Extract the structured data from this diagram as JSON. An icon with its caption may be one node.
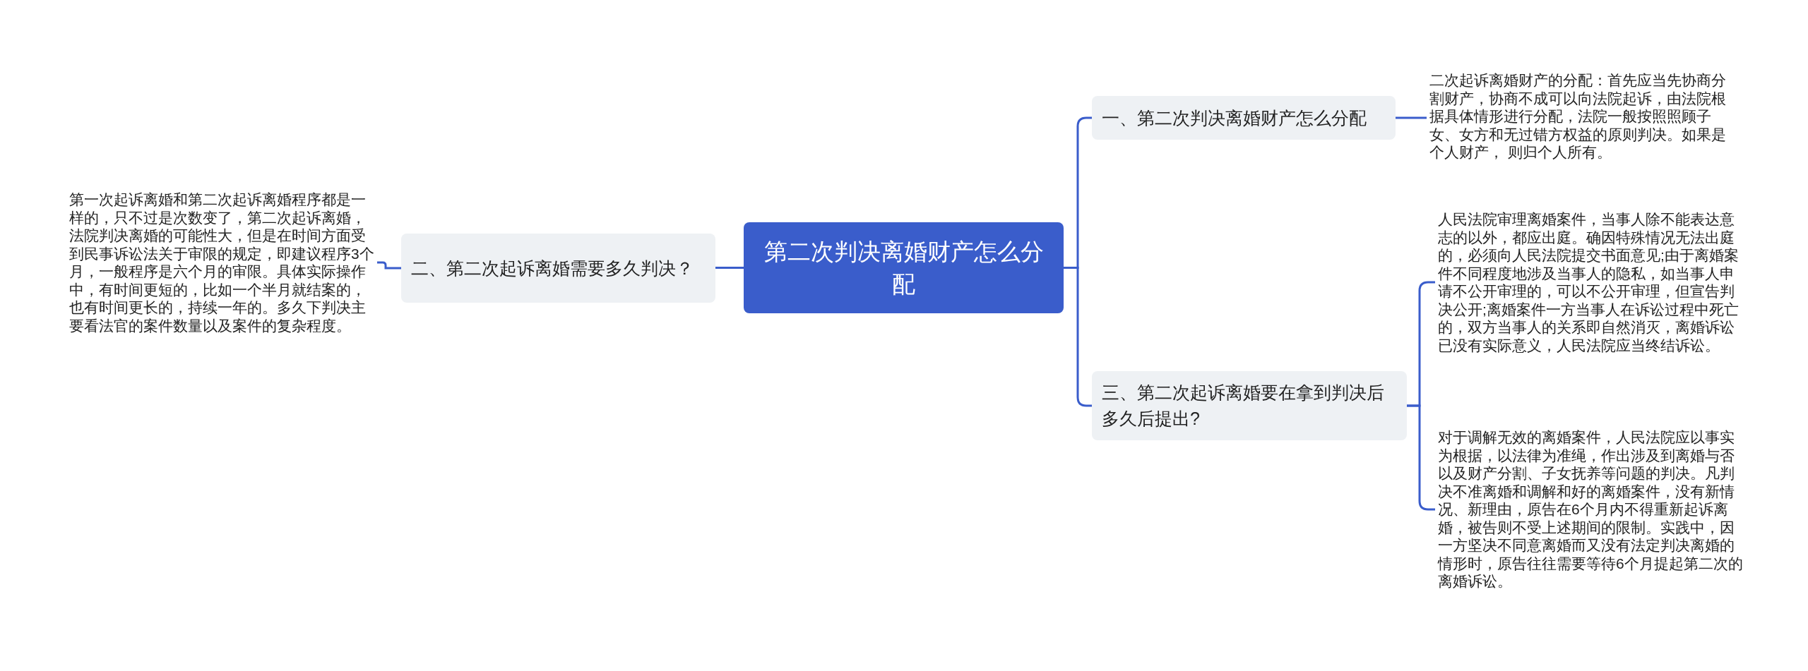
{
  "diagram": {
    "nodes": [
      {
        "text": [
          "第二次判决离婚财产怎么分配"
        ]
      },
      {
        "text": [
          "一、第二次判决离婚财产怎么分配"
        ]
      },
      {
        "text": [
          "二次起诉离婚财产的分配：首先应当先协商分割财产，协商不成可以向法院起诉，由法院根据具体情形进行分配，法院一般按照照顾子女、女方和无过错方权益的原则判决。如果是个人财产， 则归个人所有。"
        ]
      },
      {
        "text": [
          "二、第二次起诉离婚需要多久判决？"
        ]
      },
      {
        "text": [
          "第一次起诉离婚和第二次起诉离婚程序都是一样的，只不过是次数变了，第二次起诉离婚，法院判决离婚的可能性大，但是在时间方面受到民事诉讼法关于审限的规定，即建议程序3个月，一般程序是六个月的审限。具体实际操作中，有时间更短的，比如一个半月就结案的，也有时间更长的，持续一年的。多久下判决主要看法官的案件数量以及案件的复杂程度。"
        ]
      },
      {
        "text": [
          "三、第二次起诉离婚要在拿到判决后多久后提出?"
        ]
      },
      {
        "text": [
          "人民法院审理离婚案件，当事人除不能表达意志的以外，都应出庭。确因特殊情况无法出庭的，必须向人民法院提交书面意见;由于离婚案件不同程度地涉及当事人的隐私，如当事人申请不公开审理的，可以不公开审理，但宣告判决公开;离婚案件一方当事人在诉讼过程中死亡的，双方当事人的关系即自然消灭，离婚诉讼已没有实际意义，人民法院应当终结诉讼。"
        ]
      },
      {
        "text": [
          "对于调解无效的离婚案件，人民法院应以事实为根据，以法律为准绳，作出涉及到离婚与否以及财产分割、子女抚养等问题的判决。凡判决不准离婚和调解和好的离婚案件，没有新情况、新理由，原告在6个月内不得重新起诉离婚，被告则不受上述期间的限制。实践中，因一方坚决不同意离婚而又没有法定判决离婚的情形时，原告往往需要等待6个月提起第二次的离婚诉讼。"
        ]
      }
    ],
    "edges": [
      {
        "from": 0,
        "to": 1,
        "arrow": "none"
      },
      {
        "from": 1,
        "to": 2,
        "arrow": "none"
      },
      {
        "from": 0,
        "to": 3,
        "arrow": "none"
      },
      {
        "from": 3,
        "to": 4,
        "arrow": "none"
      },
      {
        "from": 0,
        "to": 5,
        "arrow": "none"
      },
      {
        "from": 5,
        "to": 6,
        "arrow": "none"
      },
      {
        "from": 5,
        "to": 7,
        "arrow": "none"
      }
    ]
  }
}
